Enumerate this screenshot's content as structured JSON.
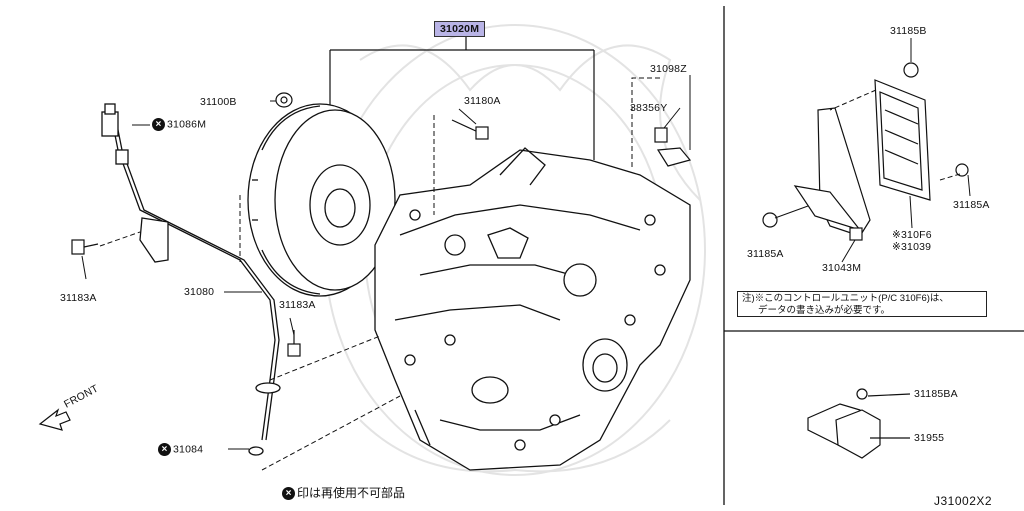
{
  "callouts": {
    "assembly": "31020M",
    "plug_31098z": "31098Z",
    "plug_38356y": "38356Y",
    "washer_31100b": "31100B",
    "bolt_31180a": "31180A",
    "seal_31086m": "31086M",
    "bolt_31183a_left": "31183A",
    "tube_31080": "31080",
    "bolt_31183a_right": "31183A",
    "oring_31084": "31084",
    "nut_31185b": "31185B",
    "bolt_31185a_right": "31185A",
    "unit_310f6": "※310F6",
    "unit_31039": "※31039",
    "bolt_31185a_left": "31185A",
    "bracket_31043m": "31043M",
    "nut_31185ba": "31185BA",
    "sensor_31955": "31955"
  },
  "front_label": "FRONT",
  "note": {
    "line1": "注)※このコントロールユニット(P/C 310F6)は、",
    "line2": "データの書き込みが必要です。"
  },
  "legend": "印は再使用不可部品",
  "diagram_code": "J31002X2",
  "icons": {
    "non_reusable": "x-circle-icon",
    "direction": "arrow-front-icon"
  },
  "colors": {
    "highlight": "#b9b4e6",
    "line": "#111111",
    "watermark": "#e3e3e3"
  }
}
